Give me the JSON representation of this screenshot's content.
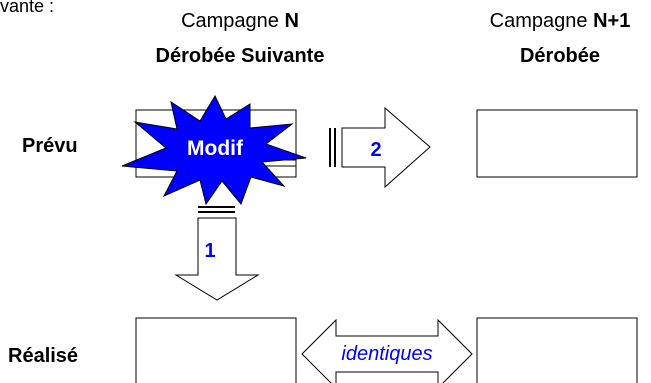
{
  "header": {
    "top_left_fragment": "vante :",
    "col1": {
      "line1_prefix": "Campagne ",
      "line1_bold": "N",
      "line2": "Dérobée Suivante"
    },
    "col2": {
      "line1_prefix": "Campagne ",
      "line1_bold": "N+1",
      "line2": "Dérobée"
    }
  },
  "rows": {
    "planned": "Prévu",
    "actual": "Réalisé"
  },
  "diagram": {
    "burst_label": "Modif",
    "arrow_right_label": "2",
    "arrow_down_label": "1",
    "double_arrow_label": "identiques"
  },
  "colors": {
    "burst_fill": "#0000ff",
    "burst_text": "#ffffff",
    "arrow_number": "#0000ff",
    "identiques_text": "#0000ff",
    "stroke": "#000000"
  }
}
